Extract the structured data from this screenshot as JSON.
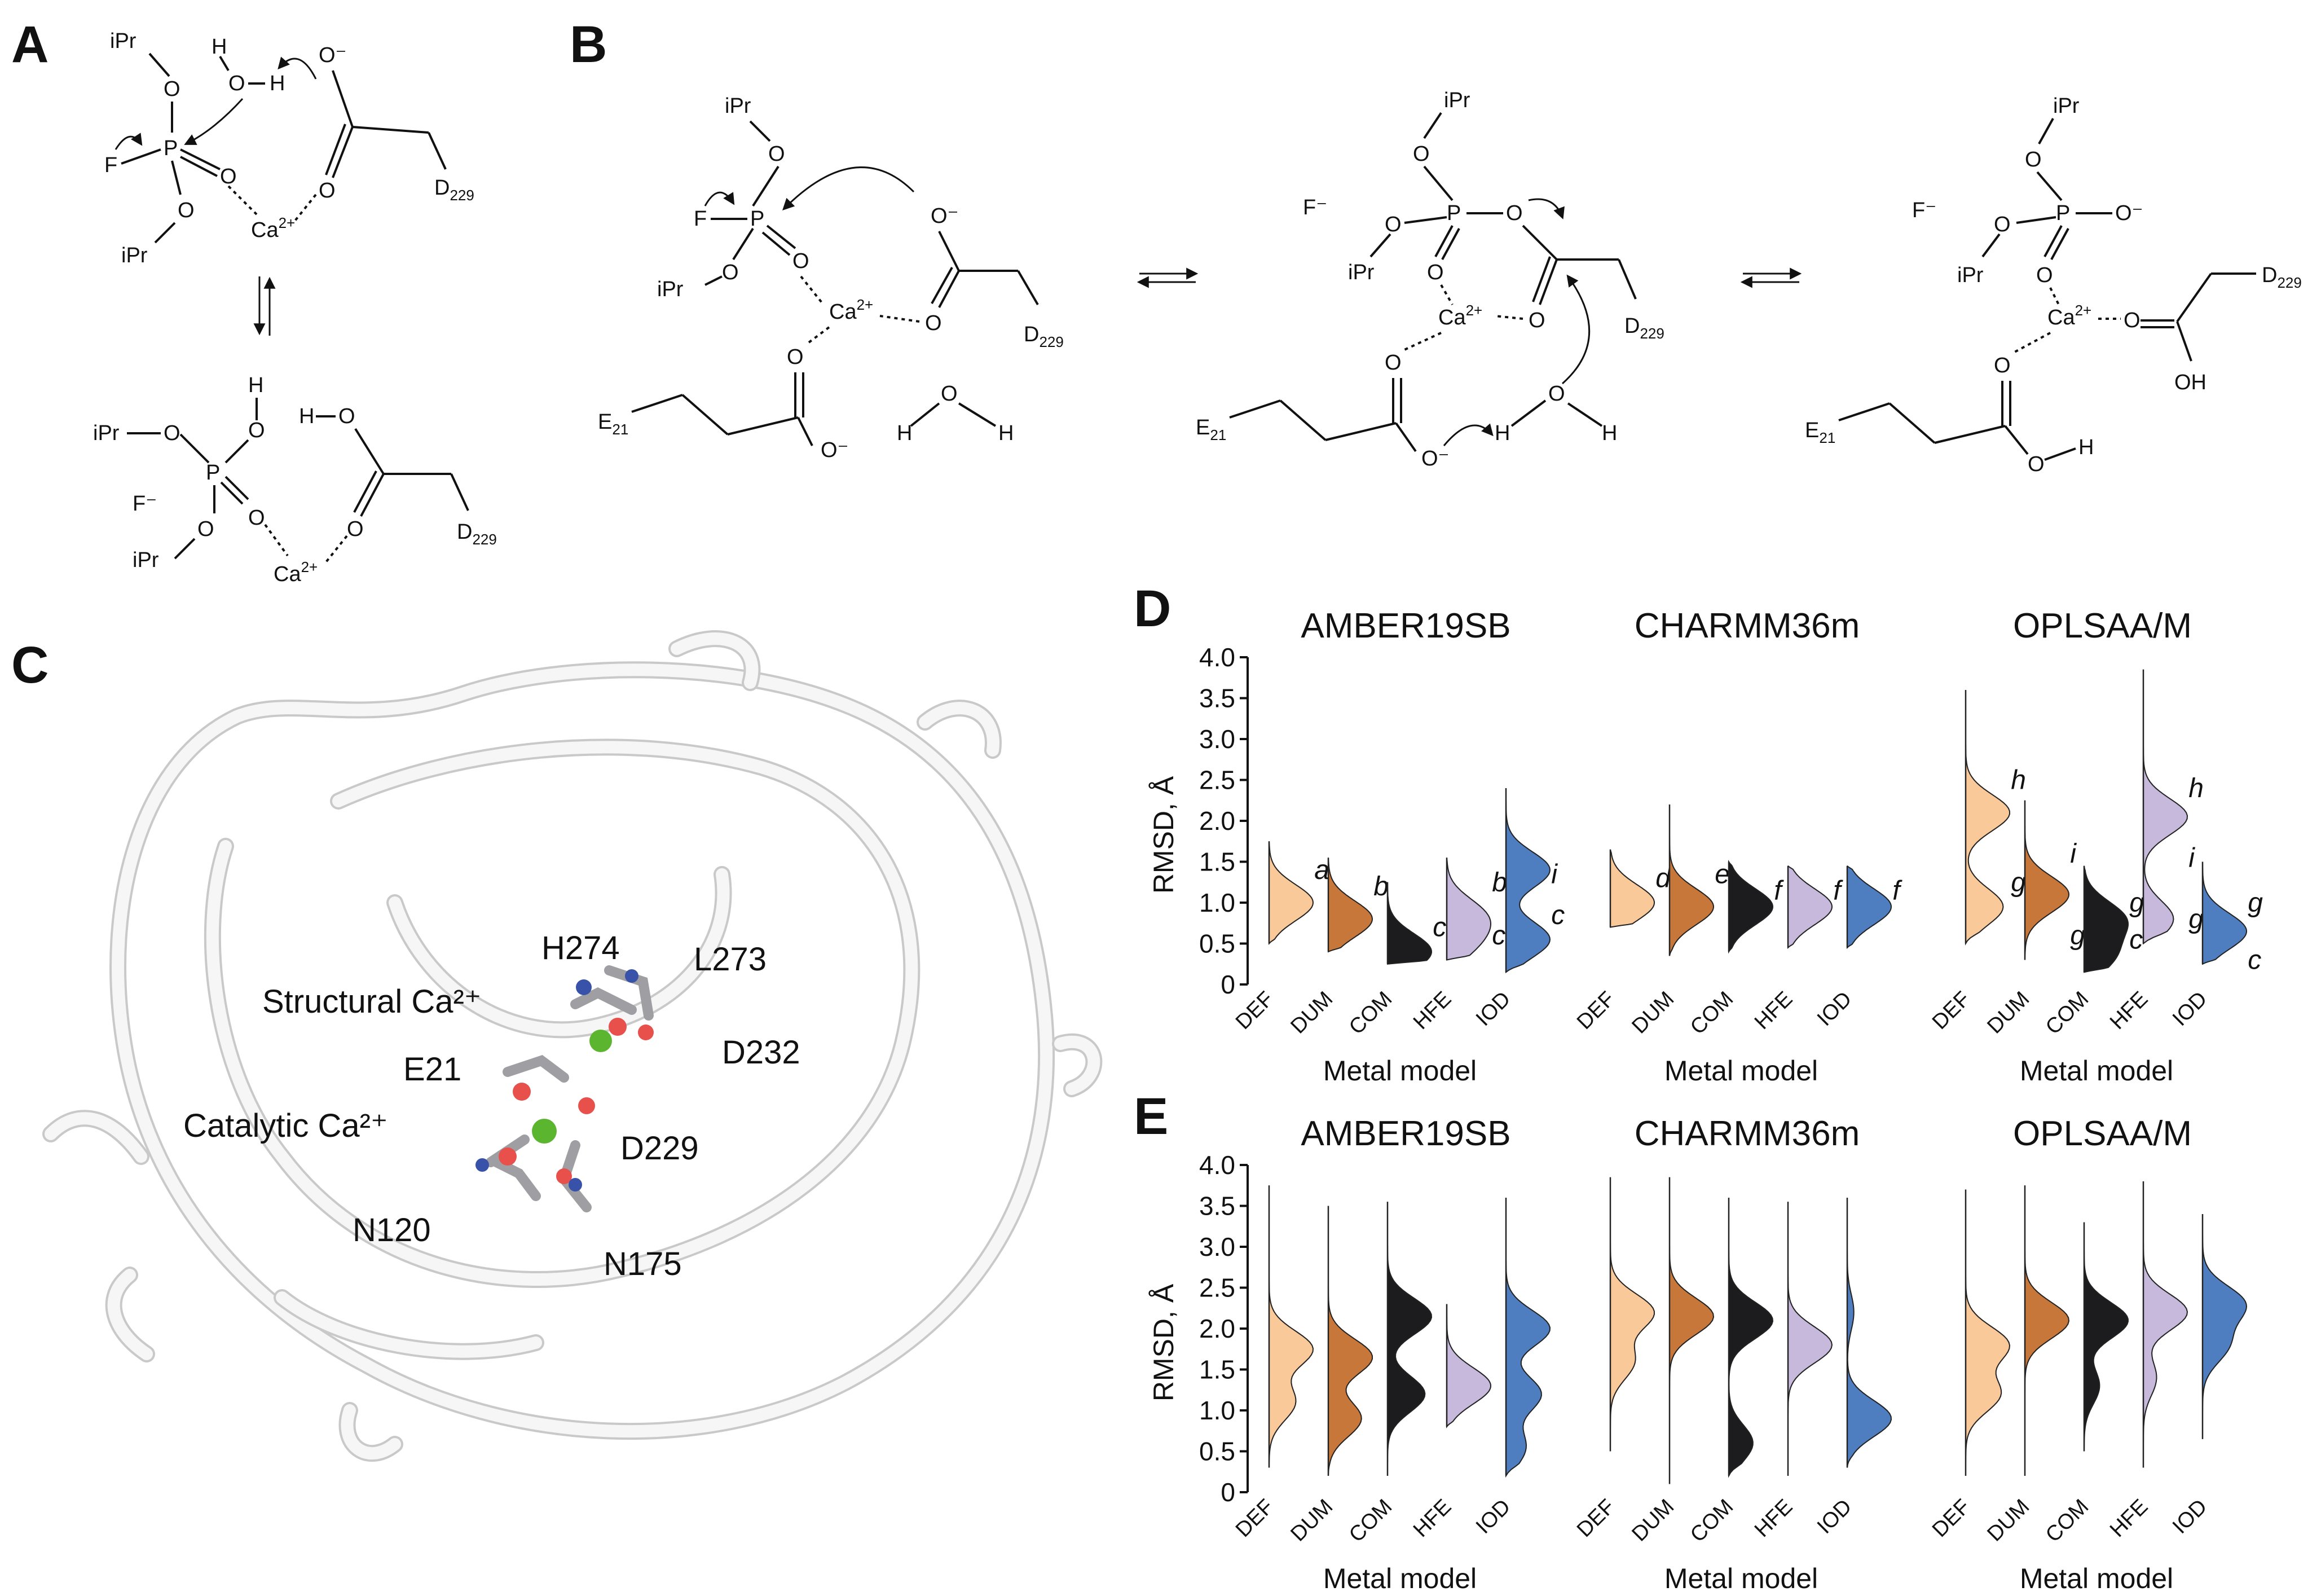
{
  "panels": {
    "a": "A",
    "b": "B",
    "c": "C",
    "d": "D",
    "e": "E"
  },
  "scheme_a": {
    "ipr": "iPr",
    "f": "F",
    "f_minus": "F⁻",
    "o": "O",
    "h": "H",
    "p": "P",
    "ca": "Ca",
    "ca_charge": "2+",
    "o_minus": "O⁻",
    "d": "D",
    "d_sub": "229"
  },
  "scheme_b": {
    "ipr": "iPr",
    "f": "F",
    "f_minus": "F⁻",
    "o": "O",
    "h": "H",
    "p": "P",
    "ca": "Ca",
    "ca_charge": "2+",
    "o_minus": "O⁻",
    "oh": "OH",
    "d": "D",
    "d_sub": "229",
    "e": "E",
    "e_sub": "21"
  },
  "structure_c": {
    "labels": [
      "H274",
      "L273",
      "Structural Ca²⁺",
      "D232",
      "E21",
      "Catalytic Ca²⁺",
      "D229",
      "N120",
      "N175"
    ]
  },
  "metal_model_label": "Metal model",
  "rmsd_label": "RMSD, Å",
  "categories": [
    "DEF",
    "DUM",
    "COM",
    "HFE",
    "IOD"
  ],
  "colors": {
    "DEF": "#f9c99a",
    "DUM": "#c8773a",
    "COM": "#1c1c1e",
    "HFE": "#c7b9dc",
    "IOD": "#4f7ec0"
  },
  "chart_data": [
    {
      "type": "violin",
      "panel": "D",
      "title": "AMBER19SB",
      "ylim": [
        0,
        4.0
      ],
      "yticks": [
        0,
        0.5,
        1.0,
        1.5,
        2.0,
        2.5,
        3.0,
        3.5,
        4.0
      ],
      "categories": [
        "DEF",
        "DUM",
        "COM",
        "HFE",
        "IOD"
      ],
      "series": [
        {
          "cat": "DEF",
          "range": [
            0.5,
            1.75
          ],
          "modes": [
            [
              1.0,
              1.0
            ]
          ],
          "letters": [
            {
              "t": "a",
              "y": 1.4
            }
          ]
        },
        {
          "cat": "DUM",
          "range": [
            0.4,
            1.55
          ],
          "modes": [
            [
              0.8,
              1.0
            ]
          ],
          "letters": [
            {
              "t": "b",
              "y": 1.2
            }
          ]
        },
        {
          "cat": "COM",
          "range": [
            0.25,
            1.25
          ],
          "modes": [
            [
              0.4,
              1.0
            ]
          ],
          "letters": [
            {
              "t": "c",
              "y": 0.7
            }
          ]
        },
        {
          "cat": "HFE",
          "range": [
            0.3,
            1.55
          ],
          "modes": [
            [
              0.85,
              0.75
            ],
            [
              0.5,
              0.55
            ]
          ],
          "letters": [
            {
              "t": "b",
              "y": 1.25
            },
            {
              "t": "c",
              "y": 0.6
            }
          ]
        },
        {
          "cat": "IOD",
          "range": [
            0.15,
            2.4
          ],
          "modes": [
            [
              1.4,
              0.85
            ],
            [
              0.55,
              0.85
            ]
          ],
          "letters": [
            {
              "t": "i",
              "y": 1.35
            },
            {
              "t": "c",
              "y": 0.85
            }
          ]
        }
      ]
    },
    {
      "type": "violin",
      "panel": "D",
      "title": "CHARMM36m",
      "ylim": [
        0,
        4.0
      ],
      "categories": [
        "DEF",
        "DUM",
        "COM",
        "HFE",
        "IOD"
      ],
      "series": [
        {
          "cat": "DEF",
          "range": [
            0.7,
            1.65
          ],
          "modes": [
            [
              1.0,
              0.9
            ]
          ],
          "letters": [
            {
              "t": "d",
              "y": 1.3
            }
          ]
        },
        {
          "cat": "DUM",
          "range": [
            0.35,
            2.2
          ],
          "modes": [
            [
              0.95,
              1.0
            ]
          ],
          "letters": [
            {
              "t": "e",
              "y": 1.35
            }
          ]
        },
        {
          "cat": "COM",
          "range": [
            0.4,
            1.5
          ],
          "modes": [
            [
              0.95,
              1.0
            ]
          ],
          "letters": [
            {
              "t": "f",
              "y": 1.15
            }
          ]
        },
        {
          "cat": "HFE",
          "range": [
            0.45,
            1.45
          ],
          "modes": [
            [
              0.95,
              1.0
            ]
          ],
          "letters": [
            {
              "t": "f",
              "y": 1.15
            }
          ]
        },
        {
          "cat": "IOD",
          "range": [
            0.45,
            1.45
          ],
          "modes": [
            [
              0.95,
              1.0
            ]
          ],
          "letters": [
            {
              "t": "f",
              "y": 1.15
            }
          ]
        }
      ]
    },
    {
      "type": "violin",
      "panel": "D",
      "title": "OPLSAA/M",
      "ylim": [
        0,
        4.0
      ],
      "categories": [
        "DEF",
        "DUM",
        "COM",
        "HFE",
        "IOD"
      ],
      "series": [
        {
          "cat": "DEF",
          "range": [
            0.5,
            3.6
          ],
          "modes": [
            [
              2.1,
              1.0
            ],
            [
              0.95,
              0.85
            ]
          ],
          "letters": [
            {
              "t": "h",
              "y": 2.5
            },
            {
              "t": "g",
              "y": 1.25
            }
          ]
        },
        {
          "cat": "DUM",
          "range": [
            0.3,
            2.25
          ],
          "modes": [
            [
              1.1,
              1.0
            ]
          ],
          "letters": [
            {
              "t": "i",
              "y": 1.6
            },
            {
              "t": "g",
              "y": 0.6
            }
          ]
        },
        {
          "cat": "COM",
          "range": [
            0.15,
            1.45
          ],
          "modes": [
            [
              0.8,
              0.9
            ],
            [
              0.35,
              0.65
            ]
          ],
          "letters": [
            {
              "t": "g",
              "y": 1.0
            },
            {
              "t": "c",
              "y": 0.55
            }
          ]
        },
        {
          "cat": "HFE",
          "range": [
            0.5,
            3.85
          ],
          "modes": [
            [
              2.05,
              0.95
            ],
            [
              0.8,
              0.65
            ]
          ],
          "letters": [
            {
              "t": "h",
              "y": 2.4
            },
            {
              "t": "i",
              "y": 1.55
            },
            {
              "t": "g",
              "y": 0.8
            }
          ]
        },
        {
          "cat": "IOD",
          "range": [
            0.25,
            1.5
          ],
          "modes": [
            [
              0.65,
              1.0
            ]
          ],
          "letters": [
            {
              "t": "g",
              "y": 1.0
            },
            {
              "t": "c",
              "y": 0.3
            }
          ]
        }
      ]
    },
    {
      "type": "violin",
      "panel": "E",
      "title": "AMBER19SB",
      "ylim": [
        0,
        4.0
      ],
      "categories": [
        "DEF",
        "DUM",
        "COM",
        "HFE",
        "IOD"
      ],
      "series": [
        {
          "cat": "DEF",
          "range": [
            0.3,
            3.75
          ],
          "modes": [
            [
              1.75,
              1.0
            ],
            [
              1.1,
              0.6
            ]
          ],
          "letters": []
        },
        {
          "cat": "DUM",
          "range": [
            0.2,
            3.5
          ],
          "modes": [
            [
              1.65,
              1.0
            ],
            [
              0.9,
              0.75
            ]
          ],
          "letters": []
        },
        {
          "cat": "COM",
          "range": [
            0.2,
            3.55
          ],
          "modes": [
            [
              2.15,
              1.0
            ],
            [
              1.2,
              0.85
            ]
          ],
          "letters": []
        },
        {
          "cat": "HFE",
          "range": [
            0.8,
            2.3
          ],
          "modes": [
            [
              1.3,
              0.85
            ]
          ],
          "letters": []
        },
        {
          "cat": "IOD",
          "range": [
            0.2,
            3.6
          ],
          "modes": [
            [
              2.0,
              1.0
            ],
            [
              1.2,
              0.8
            ],
            [
              0.55,
              0.45
            ]
          ],
          "letters": []
        }
      ]
    },
    {
      "type": "violin",
      "panel": "E",
      "title": "CHARMM36m",
      "ylim": [
        0,
        4.0
      ],
      "categories": [
        "DEF",
        "DUM",
        "COM",
        "HFE",
        "IOD"
      ],
      "series": [
        {
          "cat": "DEF",
          "range": [
            0.5,
            3.85
          ],
          "modes": [
            [
              2.2,
              1.0
            ],
            [
              1.6,
              0.55
            ]
          ],
          "letters": []
        },
        {
          "cat": "DUM",
          "range": [
            0.1,
            3.85
          ],
          "modes": [
            [
              2.15,
              1.0
            ]
          ],
          "letters": []
        },
        {
          "cat": "COM",
          "range": [
            0.2,
            3.6
          ],
          "modes": [
            [
              2.1,
              1.0
            ],
            [
              0.6,
              0.55
            ]
          ],
          "letters": []
        },
        {
          "cat": "HFE",
          "range": [
            0.2,
            3.55
          ],
          "modes": [
            [
              1.8,
              1.0
            ]
          ],
          "letters": []
        },
        {
          "cat": "IOD",
          "range": [
            0.3,
            3.6
          ],
          "modes": [
            [
              0.9,
              1.0
            ],
            [
              2.2,
              0.15
            ]
          ],
          "letters": []
        }
      ]
    },
    {
      "type": "violin",
      "panel": "E",
      "title": "OPLSAA/M",
      "ylim": [
        0,
        4.0
      ],
      "categories": [
        "DEF",
        "DUM",
        "COM",
        "HFE",
        "IOD"
      ],
      "series": [
        {
          "cat": "DEF",
          "range": [
            0.2,
            3.7
          ],
          "modes": [
            [
              1.8,
              1.0
            ],
            [
              1.2,
              0.8
            ]
          ],
          "letters": []
        },
        {
          "cat": "DUM",
          "range": [
            0.2,
            3.75
          ],
          "modes": [
            [
              2.1,
              1.0
            ]
          ],
          "letters": []
        },
        {
          "cat": "COM",
          "range": [
            0.5,
            3.3
          ],
          "modes": [
            [
              2.1,
              1.0
            ],
            [
              1.3,
              0.35
            ]
          ],
          "letters": []
        },
        {
          "cat": "HFE",
          "range": [
            0.3,
            3.8
          ],
          "modes": [
            [
              2.2,
              1.0
            ],
            [
              1.4,
              0.3
            ]
          ],
          "letters": []
        },
        {
          "cat": "IOD",
          "range": [
            0.65,
            3.4
          ],
          "modes": [
            [
              2.3,
              1.0
            ],
            [
              1.8,
              0.6
            ]
          ],
          "letters": []
        }
      ]
    }
  ]
}
